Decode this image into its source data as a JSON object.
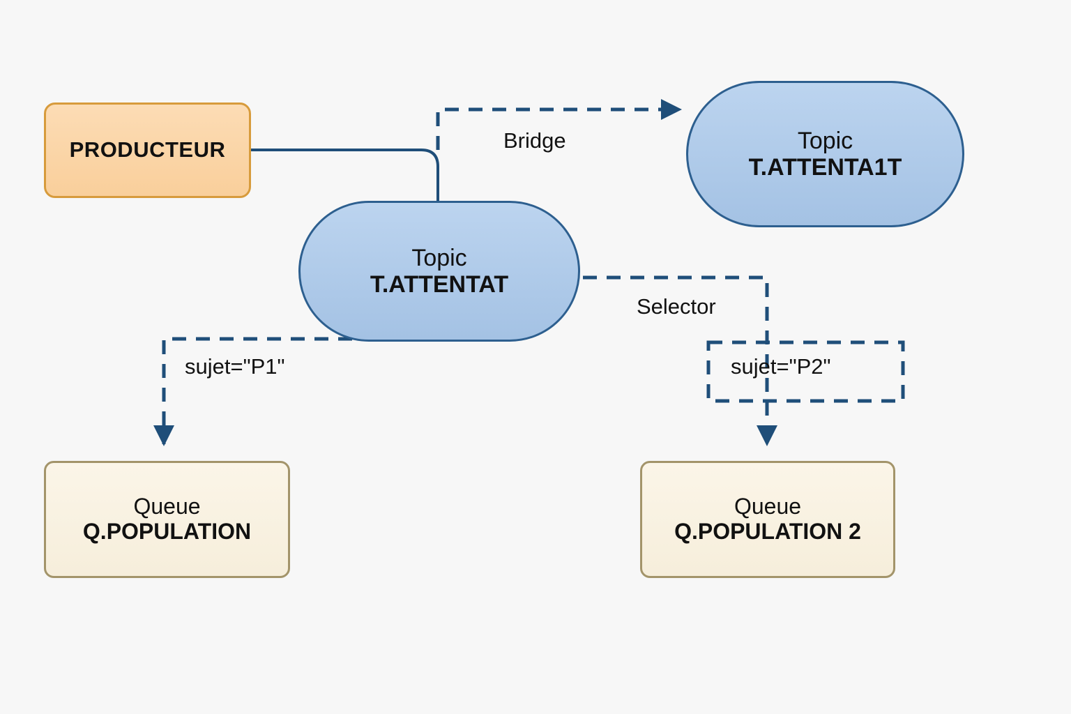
{
  "diagram": {
    "title": "JMS Producteur / Topic / Queue routing diagram",
    "background_color": "#f7f7f7",
    "edge_color": "#1f4e79",
    "nodes": [
      {
        "id": "producteur",
        "kind": "producer",
        "shape": "rounded-rect",
        "line1": "PRODUCTEUR",
        "line2": "",
        "fill": "#fbd7ab",
        "stroke": "#d79b3c"
      },
      {
        "id": "topic-attentat1t",
        "kind": "topic",
        "shape": "stadium",
        "line1": "Topic",
        "line2": "T.ATTENTA1T",
        "fill": "#aecbe8",
        "stroke": "#2d5f8f"
      },
      {
        "id": "topic-attentat",
        "kind": "topic",
        "shape": "stadium",
        "line1": "Topic",
        "line2": "T.ATTENTAT",
        "fill": "#aecbe8",
        "stroke": "#2d5f8f"
      },
      {
        "id": "queue-population",
        "kind": "queue",
        "shape": "rounded-rect",
        "line1": "Queue",
        "line2": "Q.POPULATION",
        "fill": "#f9f2e3",
        "stroke": "#a3946a"
      },
      {
        "id": "queue-population2",
        "kind": "queue",
        "shape": "rounded-rect",
        "line1": "Queue",
        "line2": "Q.POPULATION 2",
        "fill": "#f9f2e3",
        "stroke": "#a3946a"
      }
    ],
    "edges": [
      {
        "id": "producteur-to-topic",
        "from": "producteur",
        "to": "topic-attentat",
        "style": "solid",
        "arrow": false,
        "label": ""
      },
      {
        "id": "bridge",
        "from": "topic-attentat",
        "to": "topic-attentat1t",
        "style": "dashed",
        "arrow": true,
        "label": "Bridge"
      },
      {
        "id": "selector-p1",
        "from": "topic-attentat",
        "to": "queue-population",
        "style": "dashed",
        "arrow": true,
        "label": "sujet=\"P1\"",
        "boxed_label": false
      },
      {
        "id": "selector-p2",
        "from": "topic-attentat",
        "to": "queue-population2",
        "style": "dashed",
        "arrow": true,
        "label": "Selector",
        "secondary_label": "sujet=\"P2\"",
        "boxed_label": true
      }
    ]
  }
}
